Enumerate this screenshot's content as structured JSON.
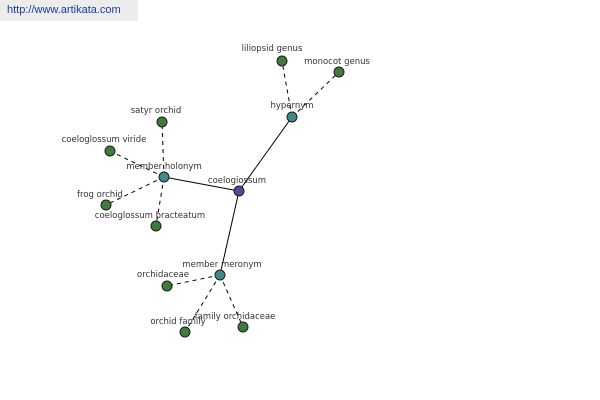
{
  "source_url": "http://www.artikata.com",
  "colors": {
    "center_node": "#4b4f9a",
    "relation_node": "#3f8a8a",
    "leaf_node": "#3e7b3e",
    "node_stroke": "#1e1e1e",
    "edge": "#000000"
  },
  "graph": {
    "center": {
      "label": "coelogiossum"
    },
    "relations": [
      {
        "label": "hypernym",
        "leaves": [
          "liliopsid genus",
          "monocot genus"
        ]
      },
      {
        "label": "member holonym",
        "leaves": [
          "satyr orchid",
          "coeloglossum viride",
          "frog orchid",
          "coeloglossum bracteatum"
        ]
      },
      {
        "label": "member meronym",
        "leaves": [
          "orchidaceae",
          "orchid family",
          "family orchidaceae"
        ]
      }
    ]
  }
}
